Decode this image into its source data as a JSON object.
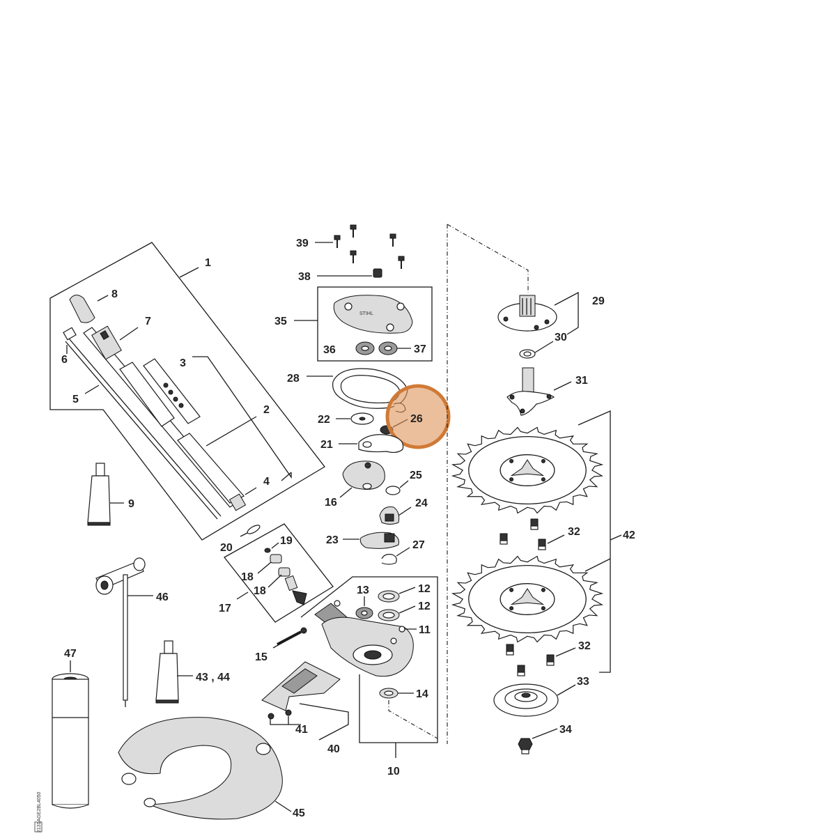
{
  "labels": {
    "p1": "1",
    "p2": "2",
    "p3": "3",
    "p4": "4",
    "p5": "5",
    "p6": "6",
    "p7": "7",
    "p8": "8",
    "p9": "9",
    "p10": "10",
    "p11": "11",
    "p12a": "12",
    "p12b": "12",
    "p13": "13",
    "p14": "14",
    "p15": "15",
    "p16": "16",
    "p17": "17",
    "p18a": "18",
    "p18b": "18",
    "p19": "19",
    "p20": "20",
    "p21": "21",
    "p22": "22",
    "p23": "23",
    "p24": "24",
    "p25": "25",
    "p26": "26",
    "p27": "27",
    "p28": "28",
    "p29": "29",
    "p30": "30",
    "p31": "31",
    "p32a": "32",
    "p32b": "32",
    "p33": "33",
    "p34": "34",
    "p35": "35",
    "p36": "36",
    "p37": "37",
    "p38": "38",
    "p39": "39",
    "p40": "40",
    "p41": "41",
    "p42": "42",
    "p43_44": "43 , 44",
    "p45": "45",
    "p46": "46",
    "p47": "47"
  },
  "highlight": {
    "part": "26",
    "color": "#e0955a"
  },
  "side_code": "2131AGE2BL4050"
}
